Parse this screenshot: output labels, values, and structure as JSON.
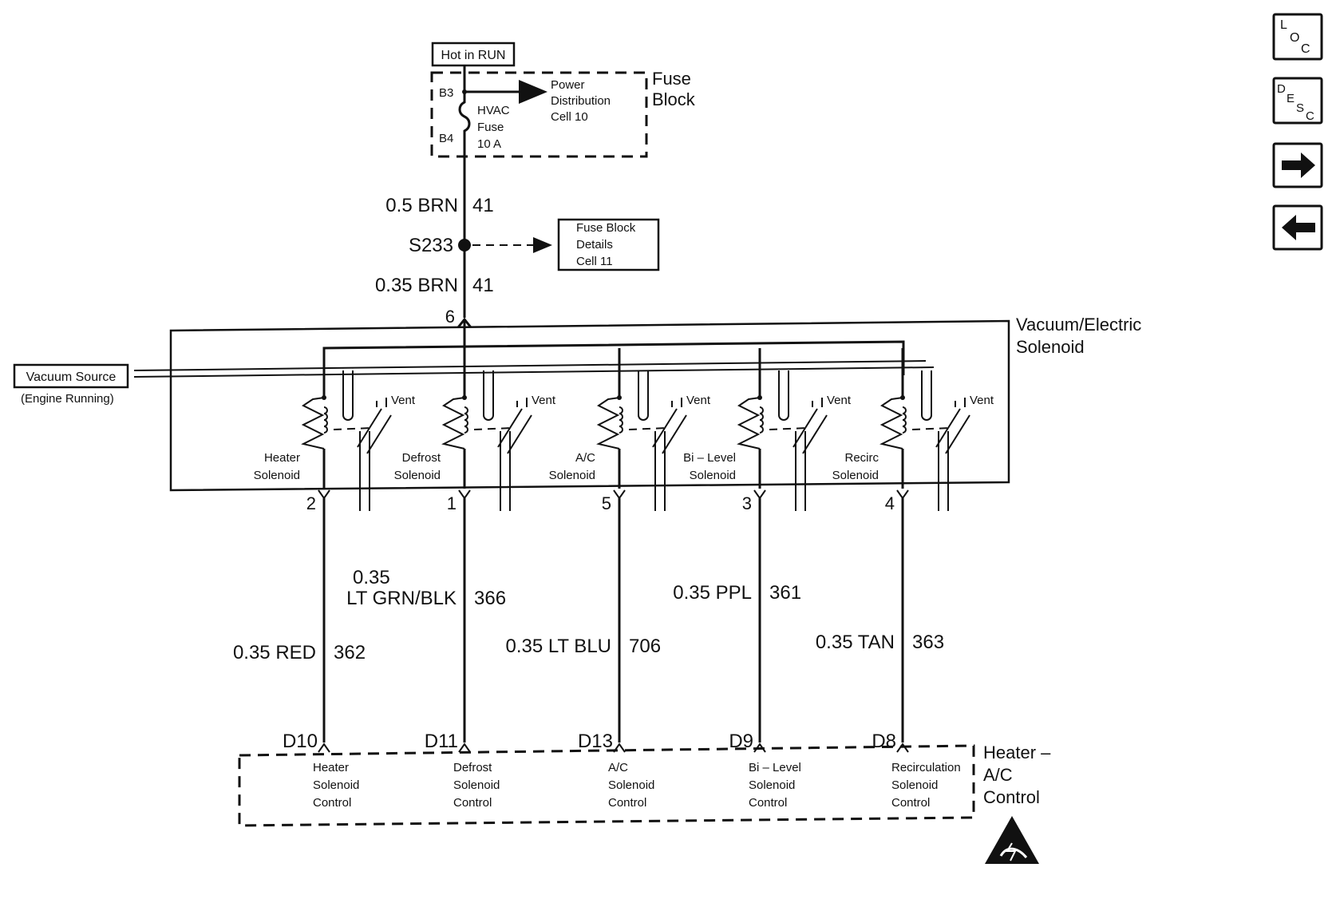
{
  "power": {
    "hot_label": "Hot in RUN",
    "fuse_block_label": [
      "Fuse",
      "Block"
    ],
    "pin_in": "B3",
    "pin_out": "B4",
    "fuse_lines": [
      "HVAC",
      "Fuse",
      "10 A"
    ],
    "power_dist_lines": [
      "Power",
      "Distribution",
      "Cell 10"
    ],
    "wire_upper_gauge": "0.5 BRN",
    "wire_upper_circuit": "41",
    "splice": "S233",
    "fuse_details_lines": [
      "Fuse Block",
      "Details",
      "Cell 11"
    ],
    "wire_lower_gauge": "0.35 BRN",
    "wire_lower_circuit": "41",
    "solenoid_input_pin": "6"
  },
  "solenoid_assembly": {
    "label": [
      "Vacuum/Electric",
      "Solenoid"
    ],
    "vacuum_source": "Vacuum Source",
    "vacuum_note": "(Engine Running)",
    "vent_label": "Vent",
    "solenoids": [
      {
        "name": [
          "Heater",
          "Solenoid"
        ],
        "pin": "2"
      },
      {
        "name": [
          "Defrost",
          "Solenoid"
        ],
        "pin": "1"
      },
      {
        "name": [
          "A/C",
          "Solenoid"
        ],
        "pin": "5"
      },
      {
        "name": [
          "Bi – Level",
          "Solenoid"
        ],
        "pin": "3"
      },
      {
        "name": [
          "Recirc",
          "Solenoid"
        ],
        "pin": "4"
      }
    ]
  },
  "wires": [
    {
      "gauge": "0.35 RED",
      "circuit": "362"
    },
    {
      "gauge_top": "0.35",
      "gauge": "LT GRN/BLK",
      "circuit": "366"
    },
    {
      "gauge": "0.35 LT BLU",
      "circuit": "706"
    },
    {
      "gauge": "0.35 PPL",
      "circuit": "361"
    },
    {
      "gauge": "0.35 TAN",
      "circuit": "363"
    }
  ],
  "control": {
    "label": [
      "Heater –",
      "A/C",
      "Control"
    ],
    "terminals": [
      {
        "pin": "D10",
        "lines": [
          "Heater",
          "Solenoid",
          "Control"
        ]
      },
      {
        "pin": "D11",
        "lines": [
          "Defrost",
          "Solenoid",
          "Control"
        ]
      },
      {
        "pin": "D13",
        "lines": [
          "A/C",
          "Solenoid",
          "Control"
        ]
      },
      {
        "pin": "D9",
        "lines": [
          "Bi – Level",
          "Solenoid",
          "Control"
        ]
      },
      {
        "pin": "D8",
        "lines": [
          "Recirculation",
          "Solenoid",
          "Control"
        ]
      }
    ]
  },
  "navigation": {
    "loc": {
      "l": "L",
      "o": "O",
      "c": "C"
    },
    "desc": {
      "d": "D",
      "e": "E",
      "s": "S",
      "c": "C"
    },
    "forward_icon": "arrow-right-icon",
    "back_icon": "arrow-left-icon"
  },
  "esd_icon": "esd-warning-icon"
}
